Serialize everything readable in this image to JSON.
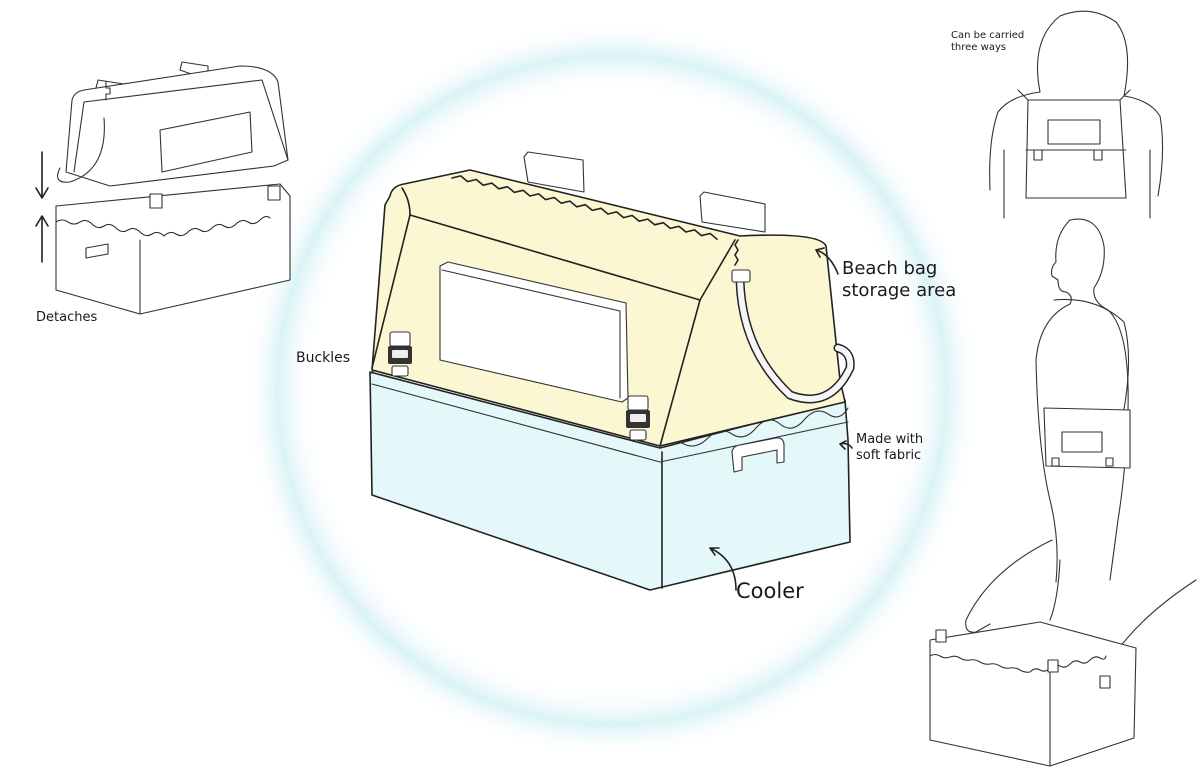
{
  "labels": {
    "beach_bag": "Beach bag\nstorage area",
    "buckles": "Buckles",
    "made_with": "Made with\nsoft fabric",
    "cooler": "Cooler",
    "detaches": "Detaches",
    "carry": "Can be carried\nthree ways"
  },
  "colors": {
    "bag_fill": "#fbf7d2",
    "cooler_fill": "#e4f7f9",
    "glow": "#d9f2f6",
    "ink": "#222222",
    "window_fill": "#ffffff"
  }
}
